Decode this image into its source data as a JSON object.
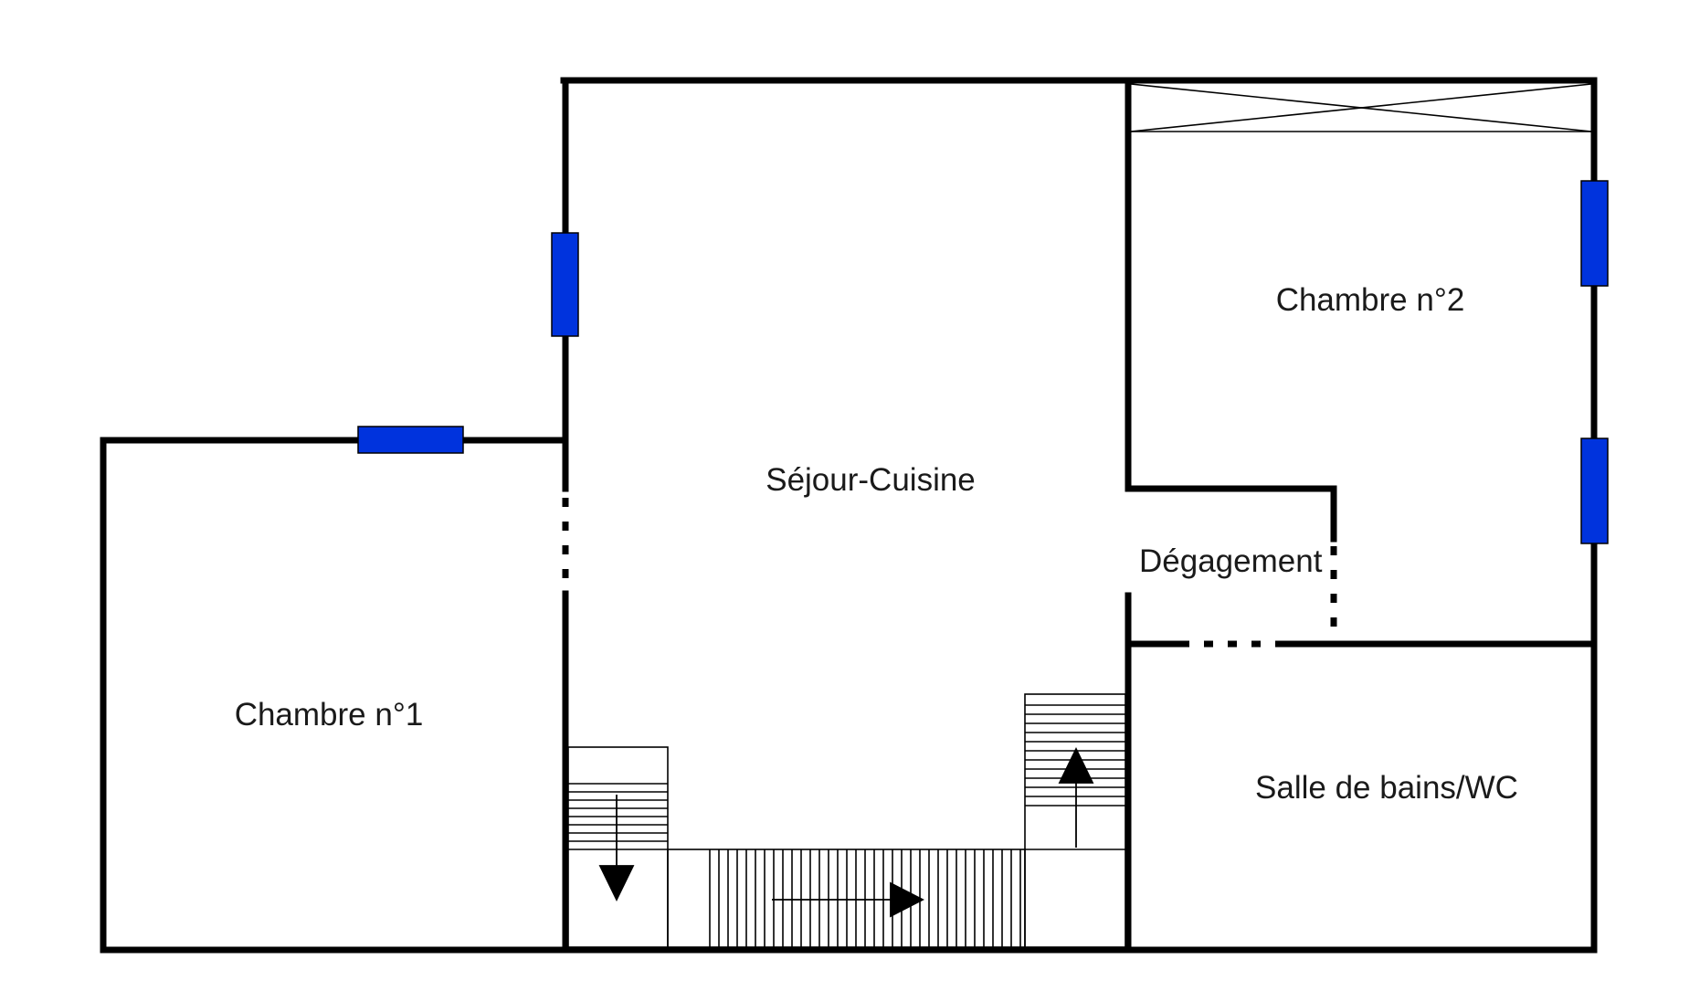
{
  "rooms": {
    "chambre1": "Chambre n°1",
    "chambre2": "Chambre n°2",
    "sejour": "Séjour-Cuisine",
    "degagement": "Dégagement",
    "sdb": "Salle de bains/WC"
  },
  "colors": {
    "wall": "#000000",
    "window": "#0033dd",
    "text": "#1a1a1a"
  },
  "icons": {
    "stair_arrow": "triangle-arrow"
  }
}
